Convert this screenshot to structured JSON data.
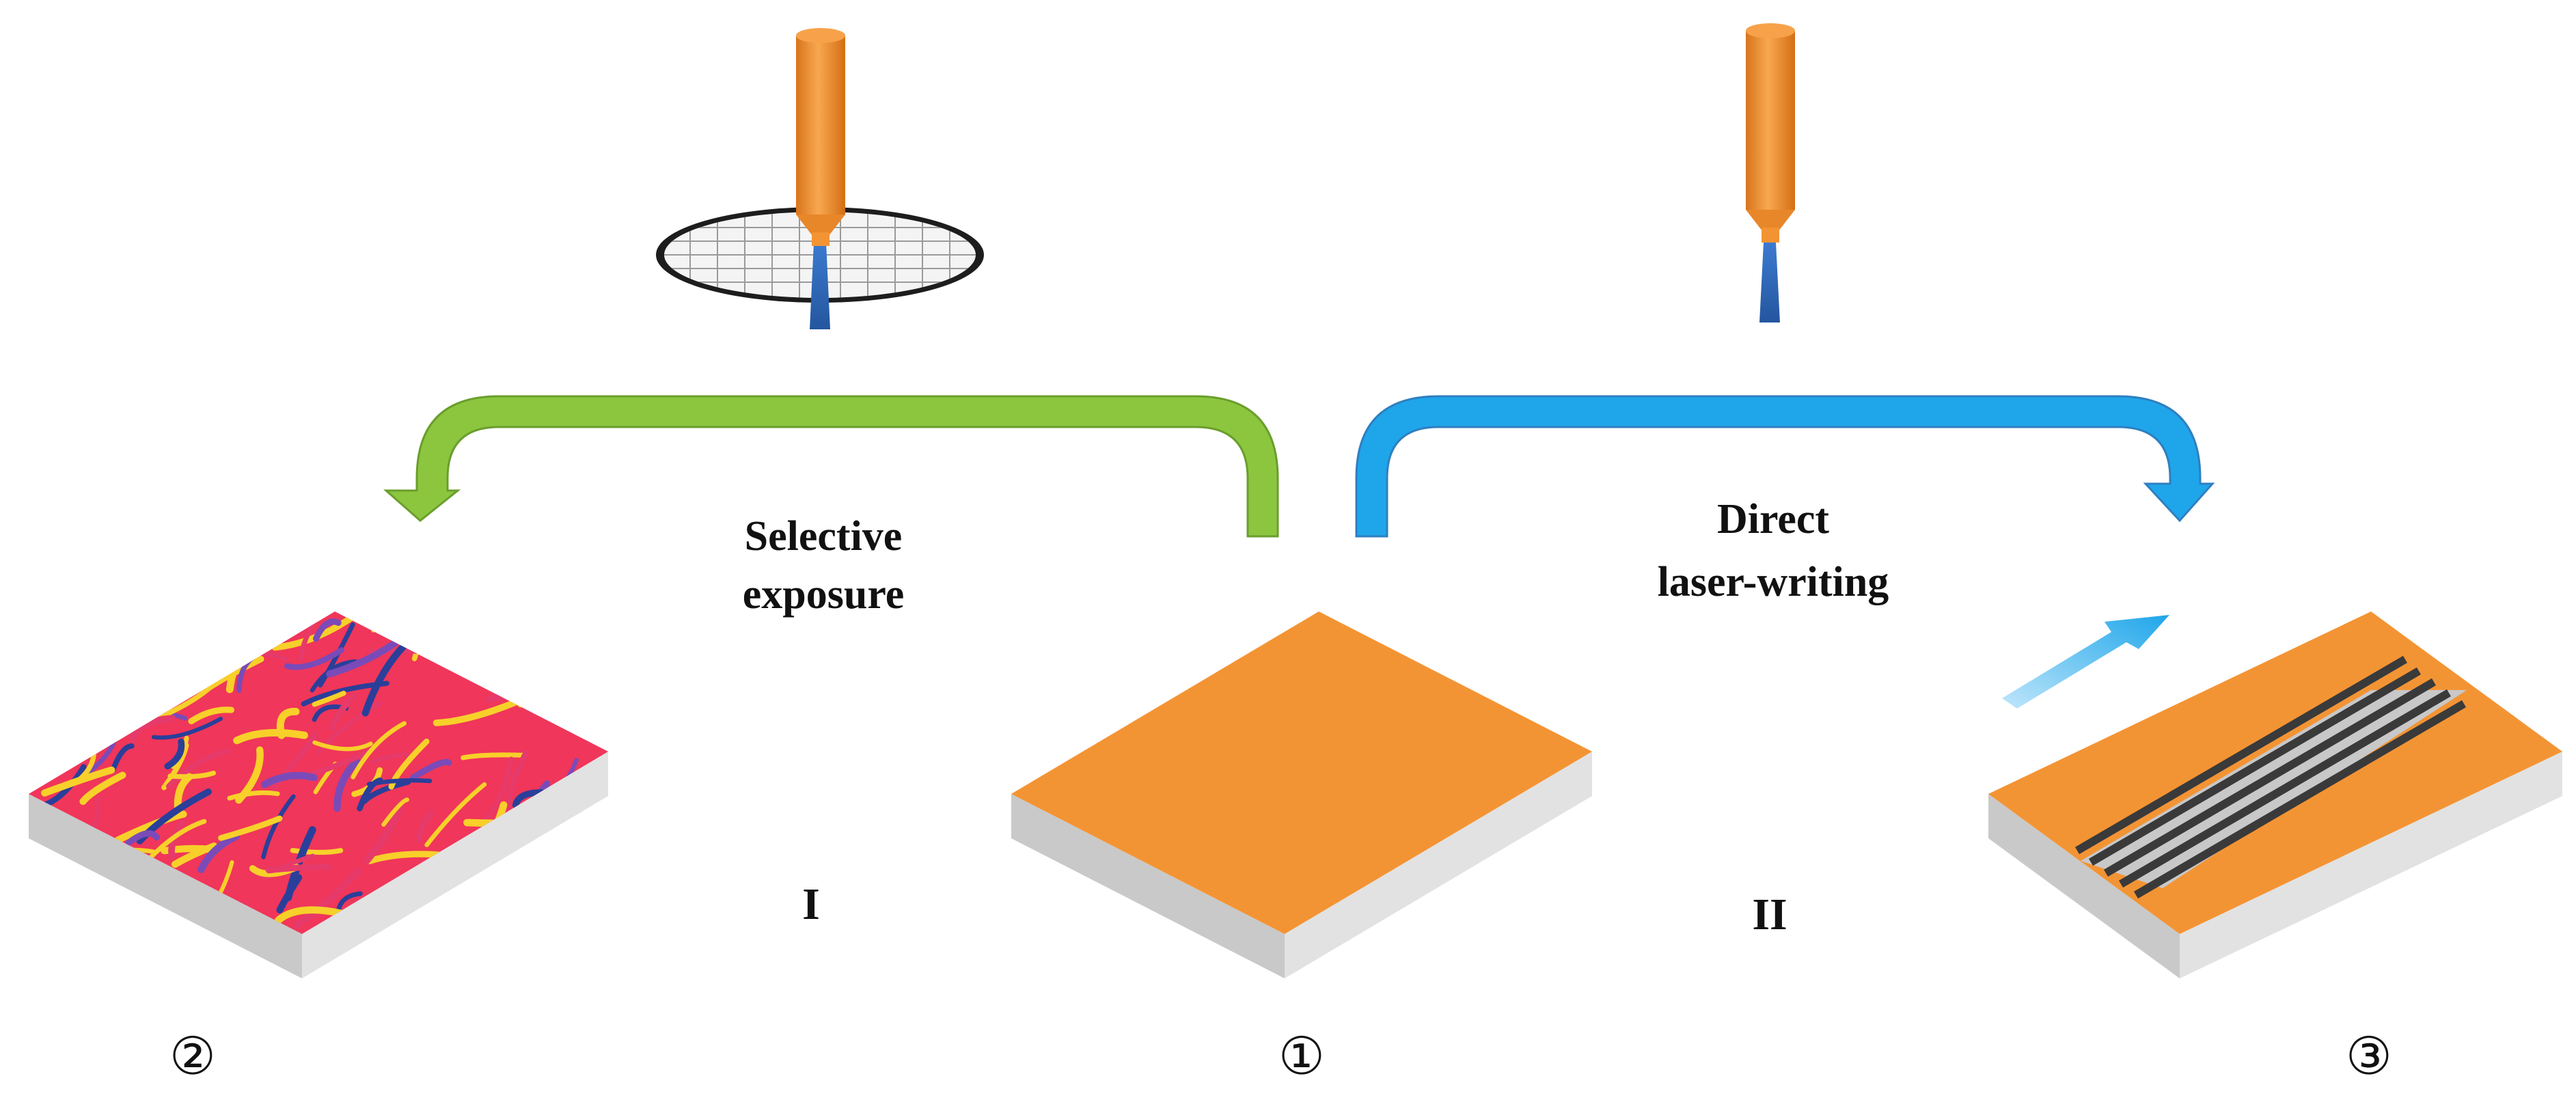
{
  "labels": {
    "process_left": [
      "Selective",
      "exposure"
    ],
    "process_right": [
      "Direct",
      "laser-writing"
    ],
    "roman_left": "I",
    "roman_right": "II",
    "sample_left": "②",
    "sample_center": "①",
    "sample_right": "③"
  },
  "colors": {
    "film_orange": "#F39434",
    "substrate_gray": "#d4d4d4",
    "arrow_green": "#8CC63F",
    "arrow_blue": "#1FA6EA",
    "laser_blue": "#2F62B0",
    "nozzle_orange": "#F39434",
    "stripe_dark": "#3a3a3a",
    "stripe_light": "#c8c8c8"
  },
  "icons": [
    "laser-nozzle-icon",
    "mask-ring-icon",
    "scan-direction-arrow-icon"
  ]
}
